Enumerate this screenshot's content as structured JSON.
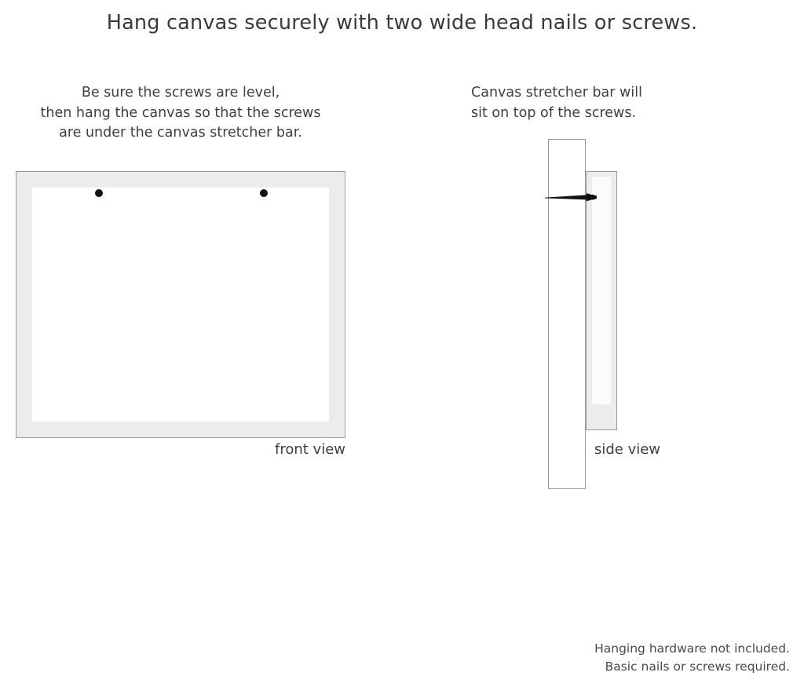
{
  "page": {
    "title": "Hang canvas securely with two wide head nails or screws.",
    "background_color": "#ffffff",
    "text_color": "#3d3d3d"
  },
  "front_panel": {
    "caption_lines": [
      "Be sure the screws are level,",
      "then hang the canvas so that the screws",
      "are under the canvas stretcher bar."
    ],
    "view_label": "front view",
    "frame_color": "#ececec",
    "frame_border_color": "#9b9b9b",
    "canvas_face_color": "#ffffff",
    "screw_color": "#121212",
    "screw_count": 2
  },
  "side_panel": {
    "caption_lines": [
      "Canvas stretcher bar will",
      "sit on top of the screws."
    ],
    "view_label": "side view",
    "wall_color": "#ffffff",
    "wall_border_color": "#9b9b9b",
    "canvas_panel_color": "#ececec",
    "canvas_face_color": "#fbfbfb",
    "screw_color": "#121212"
  },
  "footer": {
    "lines": [
      "Hanging hardware not included.",
      "Basic nails or screws required."
    ]
  }
}
